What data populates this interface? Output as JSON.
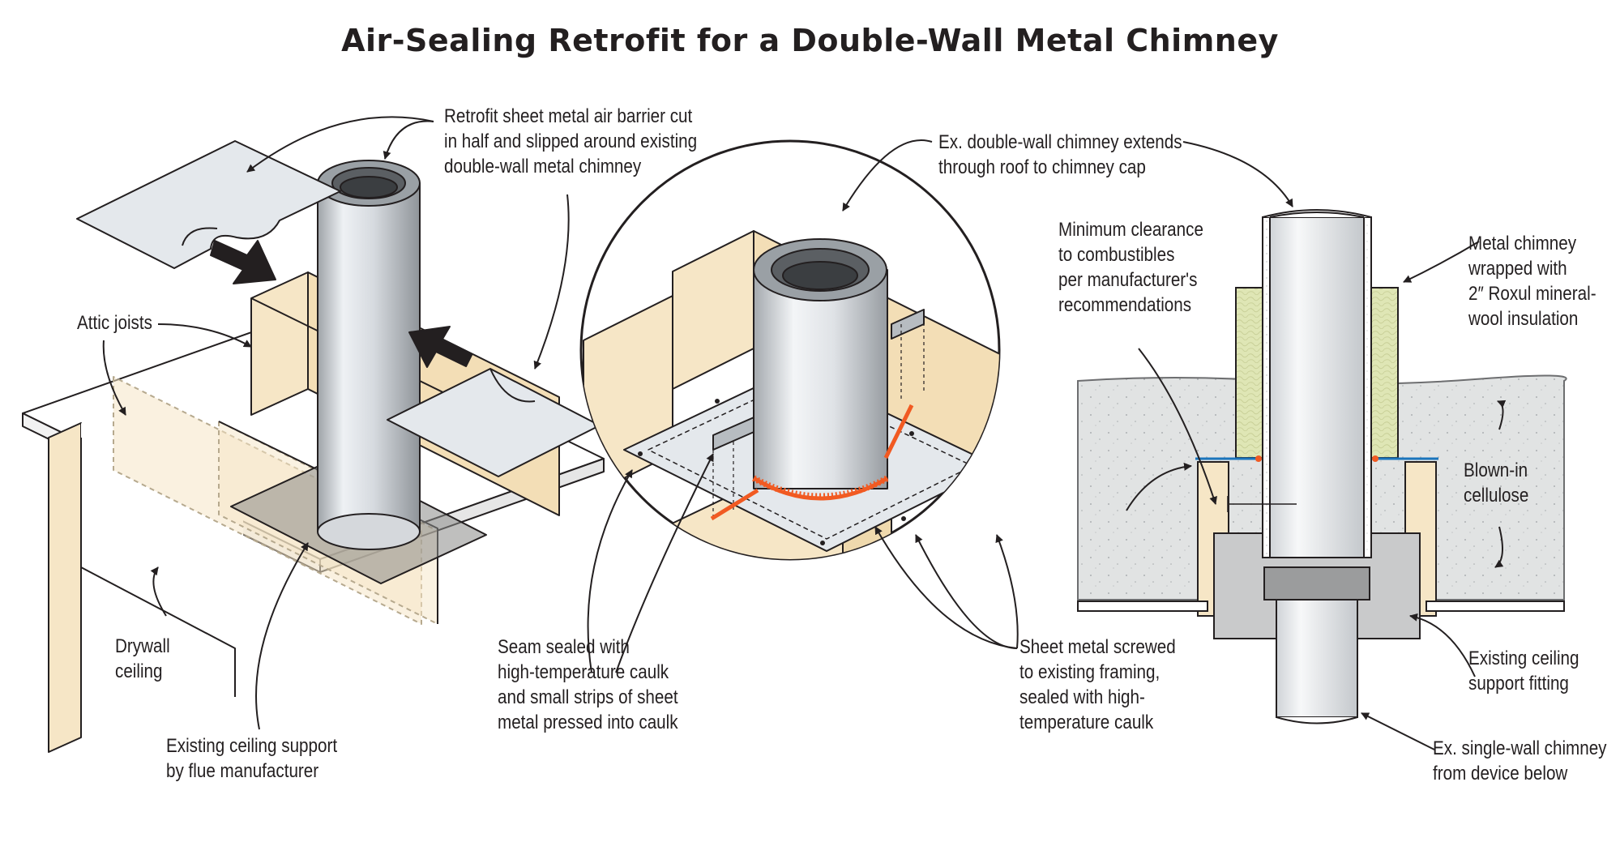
{
  "title": "Air-Sealing Retrofit for a Double-Wall Metal Chimney",
  "labels": {
    "retrofit_barrier": [
      "Retrofit sheet metal air barrier cut",
      "in half and slipped around existing",
      "double-wall metal chimney"
    ],
    "attic_joists": [
      "Attic joists"
    ],
    "drywall_ceiling": [
      "Drywall",
      "ceiling"
    ],
    "existing_support": [
      "Existing ceiling support",
      "by flue manufacturer"
    ],
    "seam_sealed": [
      "Seam sealed with",
      "high-temperature caulk",
      "and small strips of sheet",
      "metal pressed into caulk"
    ],
    "sheet_metal_screwed": [
      "Sheet metal screwed",
      "to existing framing,",
      "sealed with high-",
      "temperature caulk"
    ],
    "double_wall_extends": [
      "Ex. double-wall chimney extends",
      "through roof to chimney cap"
    ],
    "min_clearance": [
      "Minimum clearance",
      "to combustibles",
      "per manufacturer's",
      "recommendations"
    ],
    "metal_chimney_wrapped": [
      "Metal chimney",
      "wrapped with",
      "2″ Roxul mineral-",
      "wool insulation"
    ],
    "blown_in_cellulose": [
      "Blown-in",
      "cellulose"
    ],
    "ceiling_support_fitting": [
      "Existing ceiling",
      "support fitting"
    ],
    "single_wall_chimney": [
      "Ex. single-wall chimney",
      "from device below"
    ]
  },
  "colors": {
    "wood": "#f6e6c6",
    "wood_edge": "#231f20",
    "metal_light": "#e4e8ec",
    "metal_mid": "#b7bcc1",
    "caulk": "#f15a22",
    "cellulose": "#e1e3e3",
    "mineral_wool": "#dfe6b5",
    "support_gray": "#c9cacb",
    "barrier_blue": "#1b75bc",
    "arrow_black": "#231f20"
  }
}
